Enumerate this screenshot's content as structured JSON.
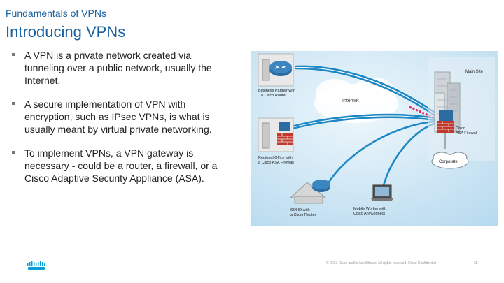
{
  "header": {
    "supertitle": "Fundamentals of VPNs",
    "title": "Introducing VPNs"
  },
  "bullets": [
    "A VPN is a private network created via tunneling over a public network, usually the Internet.",
    "A secure implementation of VPN with encryption, such as IPsec VPNs, is what is usually meant by virtual private networking.",
    "To implement VPNs, a VPN gateway is necessary - could be a router, a firewall, or a Cisco Adaptive Security Appliance (ASA)."
  ],
  "diagram": {
    "internet_label": "Internet",
    "main_site_label": "Main Site",
    "business_partner_label": [
      "Business Partner with",
      "a Cisco Router"
    ],
    "regional_office_label": [
      "Regional Office with",
      "a Cisco ASA Firewall"
    ],
    "soho_label": [
      "SOHO with",
      "a Cisco Router"
    ],
    "mobile_worker_label": [
      "Mobile Worker with",
      "Cisco AnyConnect"
    ],
    "asa_label": [
      "Cisco",
      "ASA Firewall"
    ],
    "corporate_label": "Corporate"
  },
  "footer": {
    "copyright": "© 2013 Cisco and/or its affiliates. All rights reserved.   Cisco Confidential",
    "page_number": "38"
  },
  "colors": {
    "title": "#1a5fa0",
    "diagram_bg": "#d8ecf7",
    "tunnel": "#1e88c4",
    "cisco_logo": "#049fd9"
  }
}
